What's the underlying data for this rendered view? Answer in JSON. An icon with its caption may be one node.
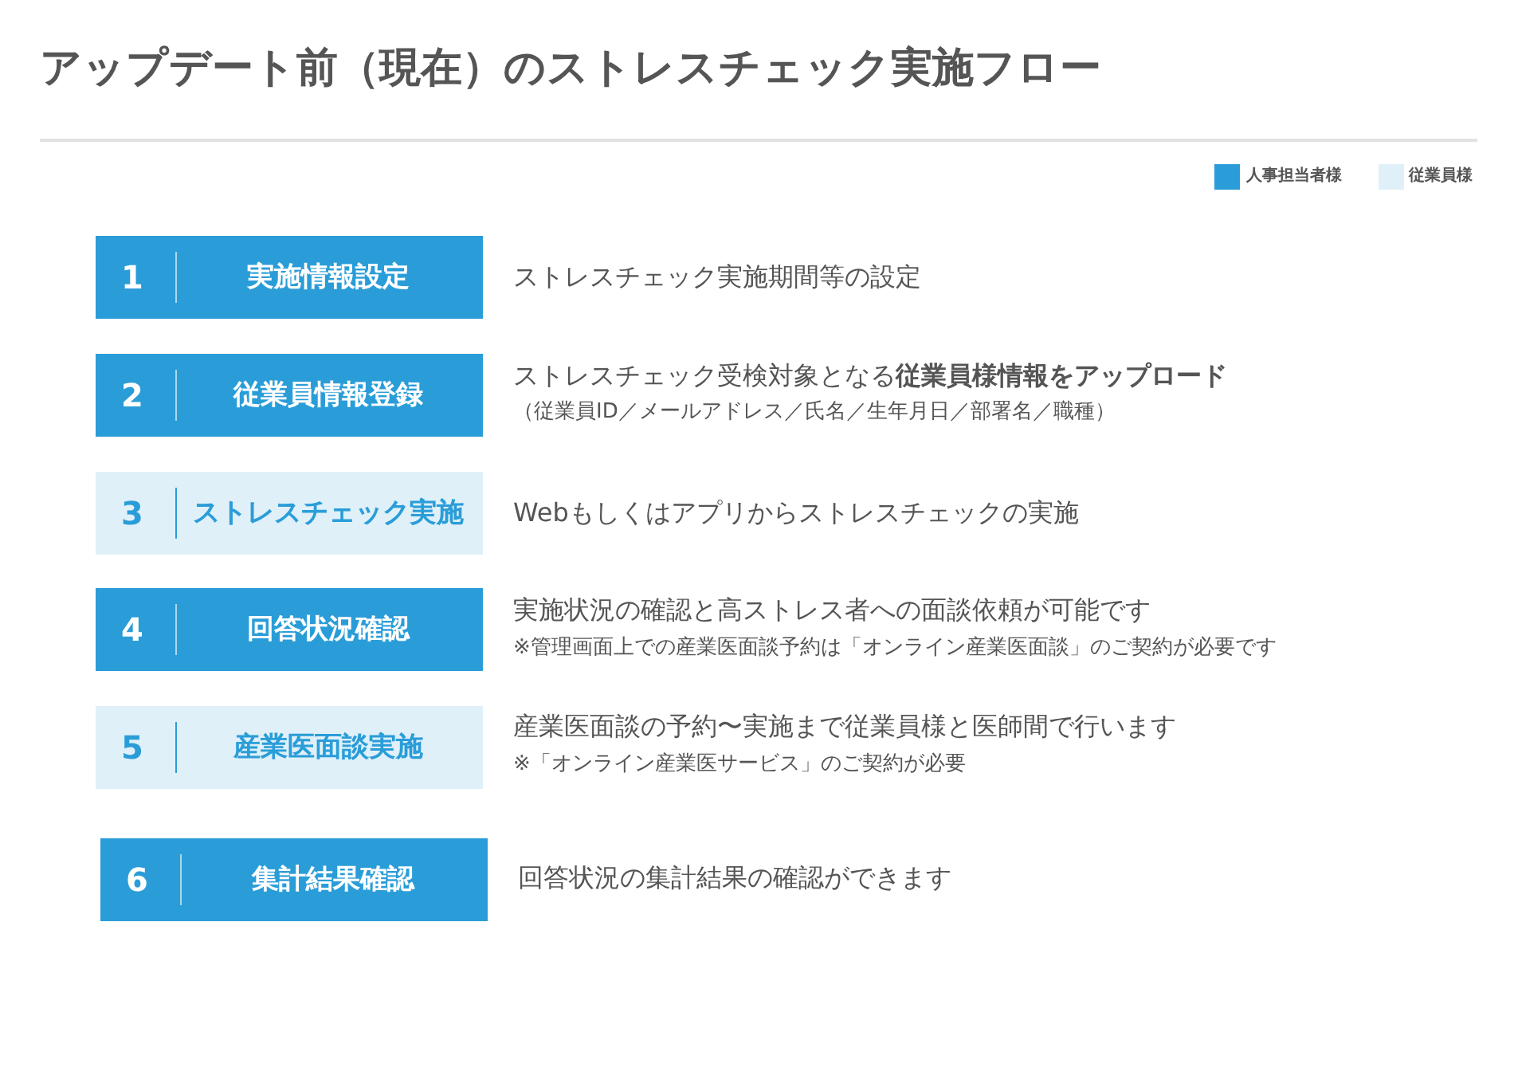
{
  "diagram": {
    "title": "アップデート前（現在）のストレスチェック実施フロー",
    "nodes": [
      {
        "text": [
          "1",
          "実施情報設定"
        ],
        "beside": [
          "ストレスチェック実施期間等の設定"
        ]
      },
      {
        "text": [
          "2",
          "従業員情報登録"
        ],
        "beside": [
          "ストレスチェック受検対象となる**従業員様情報をアップロード**",
          "（従業員ID／メールアドレス／氏名／生年月日／部署名／職種）"
        ]
      },
      {
        "text": [
          "3",
          "ストレスチェック実施"
        ],
        "beside": [
          "Webもしくはアプリからストレスチェックの実施"
        ]
      },
      {
        "text": [
          "4",
          "回答状況確認"
        ],
        "beside": [
          "実施状況の確認と高ストレス者への面談依頼が可能です",
          "※管理画面上での産業医面談予約は「オンライン産業医面談」のご契約が必要です"
        ]
      },
      {
        "text": [
          "5",
          "産業医面談実施"
        ],
        "beside": [
          "産業医面談の予約〜実施まで従業員様と医師間で行います",
          "※「オンライン産業医サービス」のご契約が必要"
        ]
      },
      {
        "text": [
          "6",
          "集計結果確認"
        ],
        "beside": [
          "回答状況の集計結果の確認ができます"
        ]
      }
    ],
    "legend": [
      {
        "text": "人事担当者様",
        "color": "#2a9dd8"
      },
      {
        "text": "従業員様",
        "color": "#dff0f9"
      }
    ]
  }
}
